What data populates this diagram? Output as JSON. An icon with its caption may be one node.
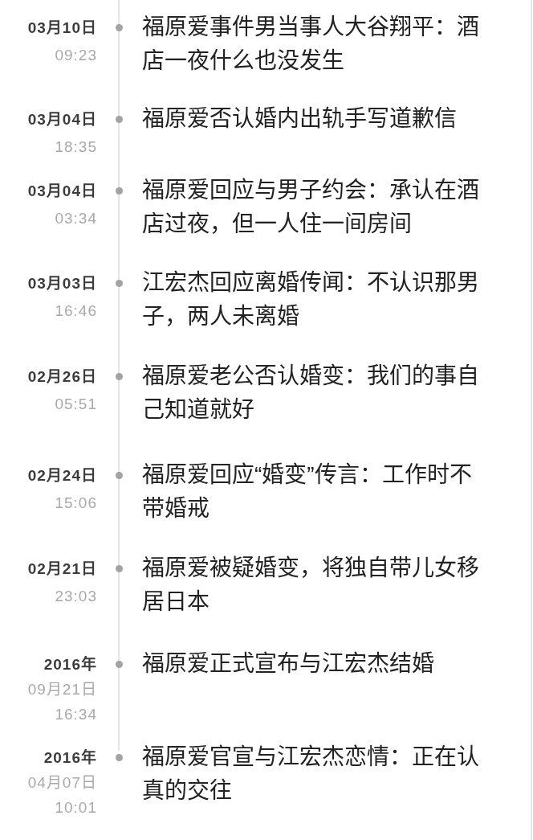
{
  "diagram": {
    "labels": [
      "03月10日",
      "09:23",
      "福原爱事件男当事人大谷翔平：酒店一夜什么也没发生",
      "03月04日",
      "18:35",
      "福原爱否认婚内出轨手写道歉信",
      "03月04日",
      "03:34",
      "福原爱回应与男子约会：承认在酒店过夜，但一人住一间房间",
      "03月03日",
      "16:46",
      "江宏杰回应离婚传闻：不认识那男子，两人未离婚",
      "02月26日",
      "05:51",
      "福原爱老公否认婚变：我们的事自己知道就好",
      "02月24日",
      "15:06",
      "福原爱回应“婚变”传言：工作时不带婚戒",
      "02月21日",
      "23:03",
      "福原爱被疑婚变，将独自带儿女移居日本",
      "2016年",
      "09月21日",
      "16:34",
      "福原爱正式宣布与江宏杰结婚",
      "2016年",
      "04月07日",
      "10:01",
      "福原爱官宣与江宏杰恋情：正在认真的交往"
    ]
  }
}
